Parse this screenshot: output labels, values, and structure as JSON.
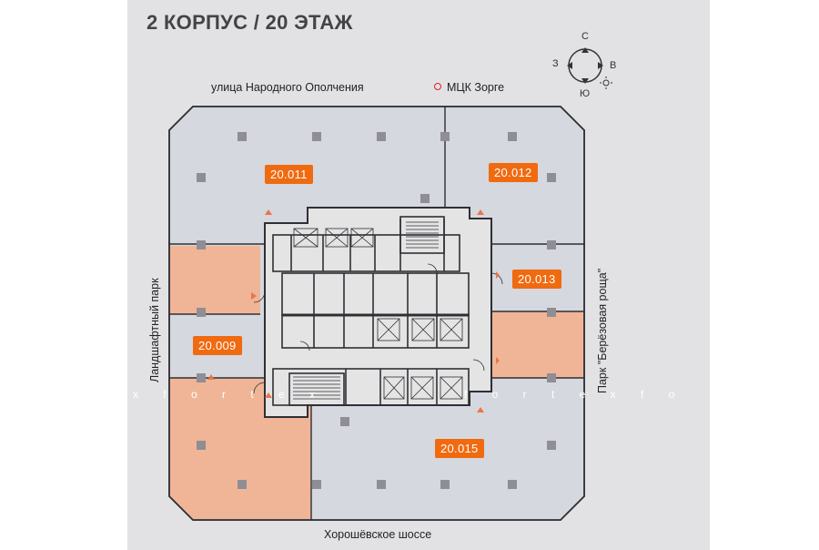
{
  "title": "2 КОРПУС / 20 ЭТАЖ",
  "streets": {
    "top": "улица Народного Ополчения",
    "station": "МЦК Зорге",
    "bottom": "Хорошёвское шоссе",
    "left": "Ландшафтный парк",
    "right": "Парк \"Берёзовая роща\""
  },
  "compass": {
    "north": "С",
    "west": "З",
    "east": "В",
    "south": "Ю",
    "sun": "sun-icon"
  },
  "units": [
    {
      "id": "20.011",
      "status": "available"
    },
    {
      "id": "20.012",
      "status": "available"
    },
    {
      "id": "20.013",
      "status": "available"
    },
    {
      "id": "20.009",
      "status": "available"
    },
    {
      "id": "20.015",
      "status": "available"
    }
  ],
  "watermark": {
    "left": "x f o r t e x",
    "right": "f o r t e x f o"
  },
  "colors": {
    "tag": "#f06a10",
    "sold_unit": "#f0b597",
    "free_unit": "#d4d7de",
    "core": "#e3e3e3",
    "wall": "#2f2f35",
    "station_dot": "#e02020"
  }
}
